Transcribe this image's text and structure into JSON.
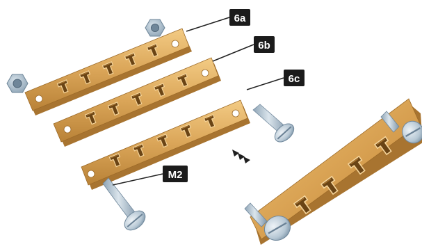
{
  "callouts": {
    "plate_a": "6a",
    "plate_b": "6b",
    "plate_c": "6c",
    "screw": "M2"
  },
  "colors": {
    "brass_light": "#f0c476",
    "brass": "#d8a155",
    "brass_dark": "#b47d34",
    "steel_light": "#d7e2ea",
    "steel": "#a9bccb",
    "steel_dark": "#7890a4",
    "callout_bg": "#1b1b1b",
    "leader": "#222222"
  },
  "icons": {
    "direction": "assembly-direction-arrows-icon"
  }
}
